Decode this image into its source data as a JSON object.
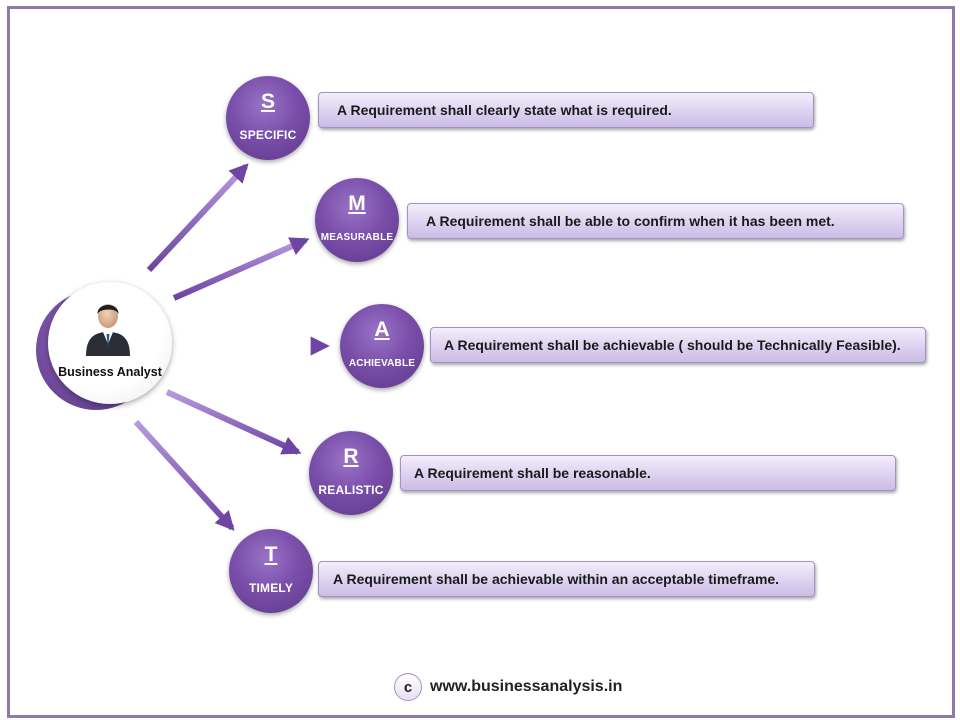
{
  "hub": {
    "label": "Business Analyst",
    "icon": "business-person-icon"
  },
  "criteria": [
    {
      "letter": "S",
      "word": "SPECIFIC",
      "text": "A Requirement shall clearly state what is required."
    },
    {
      "letter": "M",
      "word": "MEASURABLE",
      "text": "A Requirement shall be able to confirm when it has been met."
    },
    {
      "letter": "A",
      "word": "ACHIEVABLE",
      "text": "A Requirement shall be achievable ( should be Technically Feasible)."
    },
    {
      "letter": "R",
      "word": "REALISTIC",
      "text": "A Requirement shall be reasonable."
    },
    {
      "letter": "T",
      "word": "TIMELY",
      "text": "A Requirement shall be achievable within an acceptable timeframe."
    }
  ],
  "footer": {
    "copyright_symbol": "c",
    "url": "www.businessanalysis.in"
  },
  "colors": {
    "frame": "#8e79a8",
    "node": "#7a4fab",
    "box": "#ddd2f0",
    "arrow": "#7e55b0"
  }
}
